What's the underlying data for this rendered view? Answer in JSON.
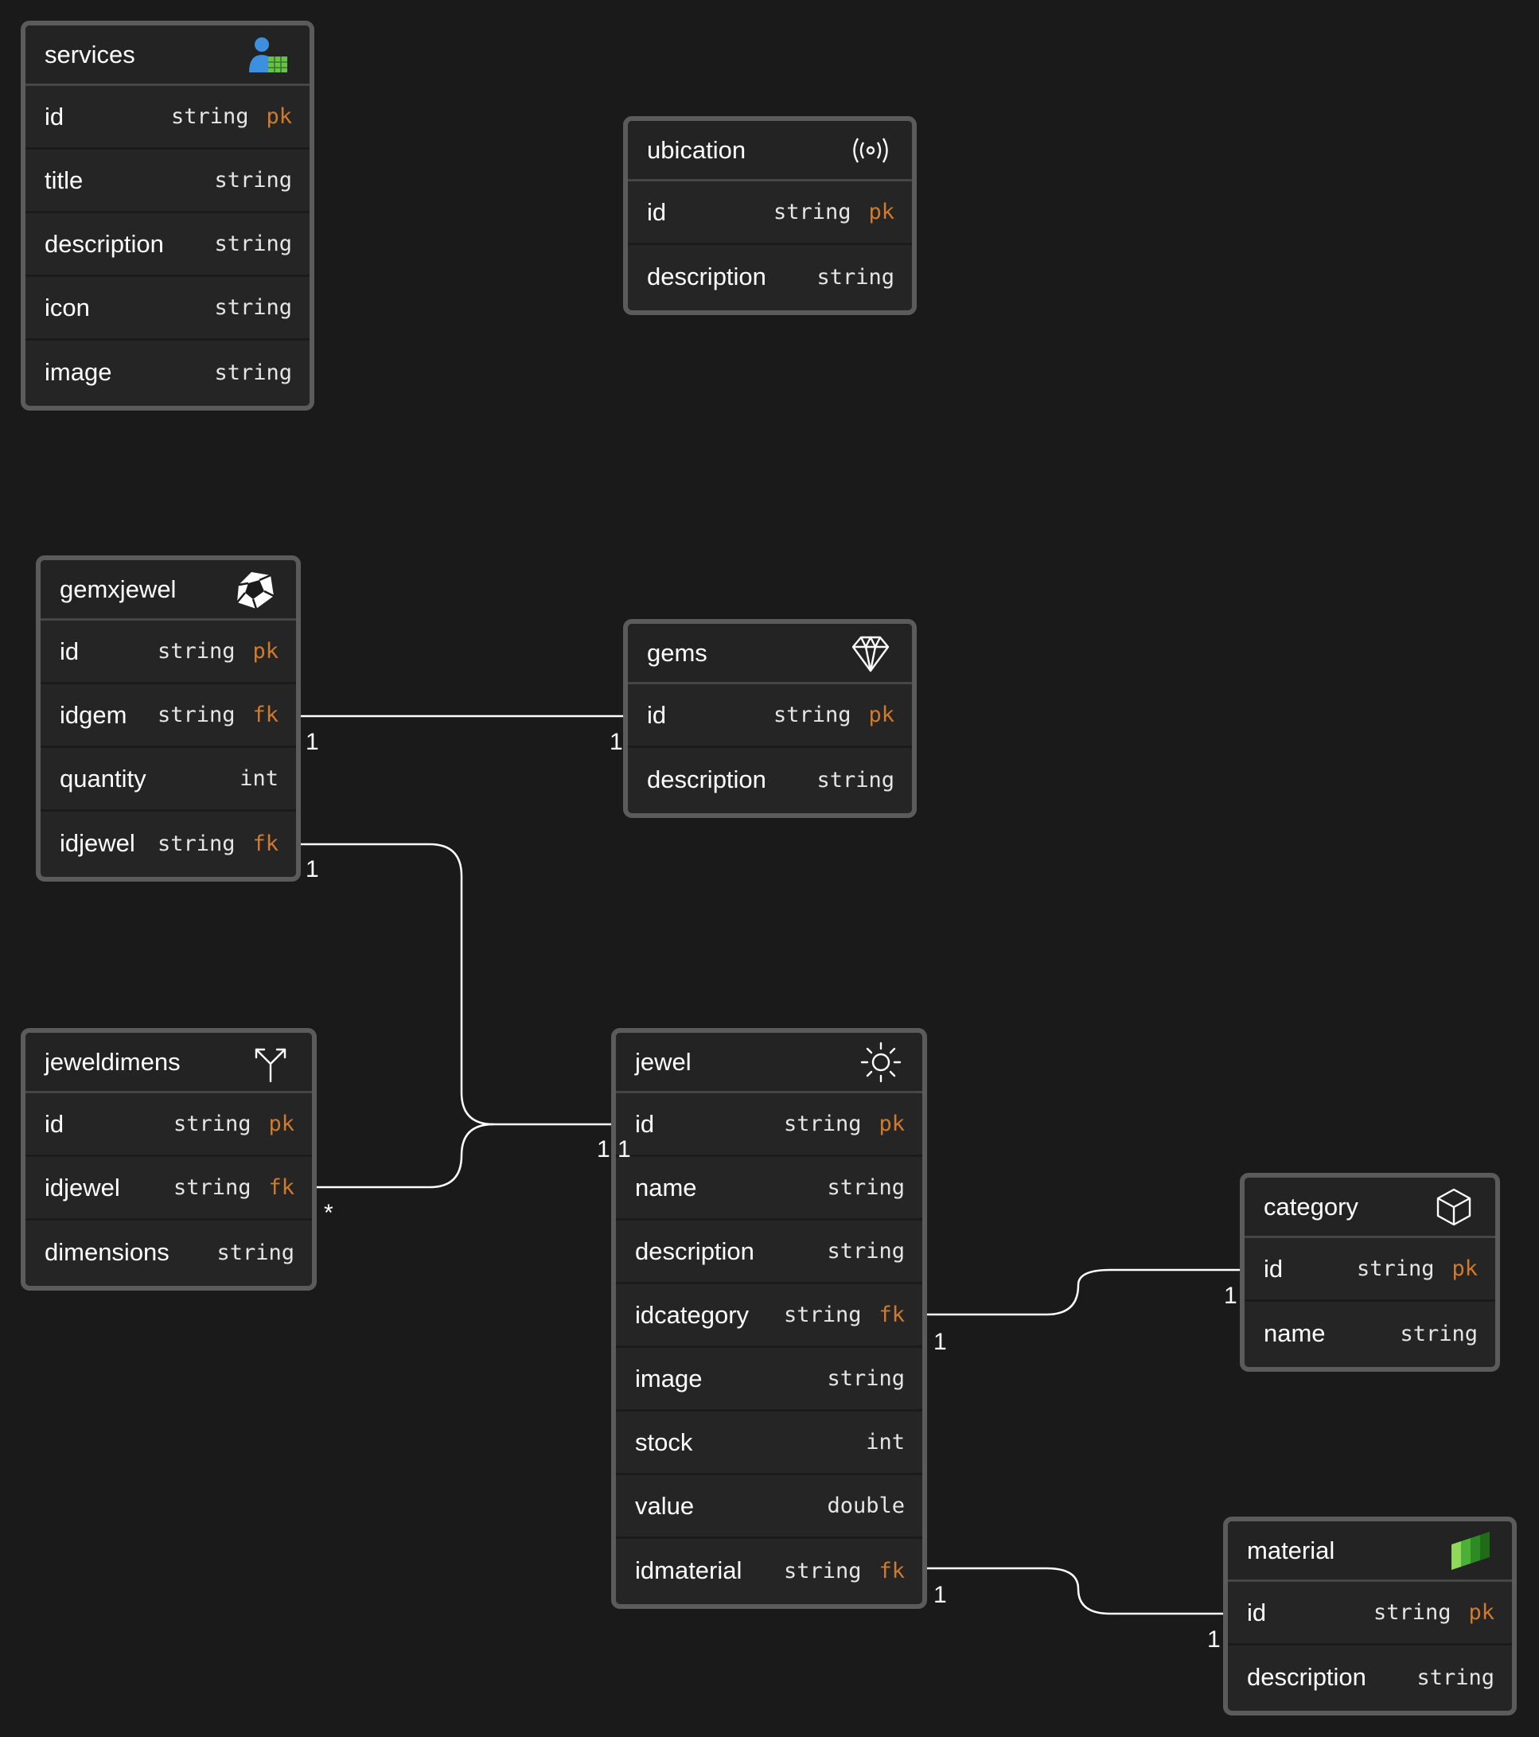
{
  "diagram": {
    "entities": [
      {
        "id": "services",
        "title": "services",
        "icon": "user-grid-icon",
        "fields": [
          {
            "name": "id",
            "type": "string",
            "key": "pk"
          },
          {
            "name": "title",
            "type": "string",
            "key": ""
          },
          {
            "name": "description",
            "type": "string",
            "key": ""
          },
          {
            "name": "icon",
            "type": "string",
            "key": ""
          },
          {
            "name": "image",
            "type": "string",
            "key": ""
          }
        ]
      },
      {
        "id": "ubication",
        "title": "ubication",
        "icon": "broadcast-icon",
        "fields": [
          {
            "name": "id",
            "type": "string",
            "key": "pk"
          },
          {
            "name": "description",
            "type": "string",
            "key": ""
          }
        ]
      },
      {
        "id": "gemxjewel",
        "title": "gemxjewel",
        "icon": "gem-badge-icon",
        "fields": [
          {
            "name": "id",
            "type": "string",
            "key": "pk"
          },
          {
            "name": "idgem",
            "type": "string",
            "key": "fk"
          },
          {
            "name": "quantity",
            "type": "int",
            "key": ""
          },
          {
            "name": "idjewel",
            "type": "string",
            "key": "fk"
          }
        ]
      },
      {
        "id": "gems",
        "title": "gems",
        "icon": "diamond-icon",
        "fields": [
          {
            "name": "id",
            "type": "string",
            "key": "pk"
          },
          {
            "name": "description",
            "type": "string",
            "key": ""
          }
        ]
      },
      {
        "id": "jeweldimens",
        "title": "jeweldimens",
        "icon": "split-arrows-icon",
        "fields": [
          {
            "name": "id",
            "type": "string",
            "key": "pk"
          },
          {
            "name": "idjewel",
            "type": "string",
            "key": "fk"
          },
          {
            "name": "dimensions",
            "type": "string",
            "key": ""
          }
        ]
      },
      {
        "id": "jewel",
        "title": "jewel",
        "icon": "sun-icon",
        "fields": [
          {
            "name": "id",
            "type": "string",
            "key": "pk"
          },
          {
            "name": "name",
            "type": "string",
            "key": ""
          },
          {
            "name": "description",
            "type": "string",
            "key": ""
          },
          {
            "name": "idcategory",
            "type": "string",
            "key": "fk"
          },
          {
            "name": "image",
            "type": "string",
            "key": ""
          },
          {
            "name": "stock",
            "type": "int",
            "key": ""
          },
          {
            "name": "value",
            "type": "double",
            "key": ""
          },
          {
            "name": "idmaterial",
            "type": "string",
            "key": "fk"
          }
        ]
      },
      {
        "id": "category",
        "title": "category",
        "icon": "cube-icon",
        "fields": [
          {
            "name": "id",
            "type": "string",
            "key": "pk"
          },
          {
            "name": "name",
            "type": "string",
            "key": ""
          }
        ]
      },
      {
        "id": "material",
        "title": "material",
        "icon": "green-blocks-icon",
        "fields": [
          {
            "name": "id",
            "type": "string",
            "key": "pk"
          },
          {
            "name": "description",
            "type": "string",
            "key": ""
          }
        ]
      }
    ],
    "relations": [
      {
        "from": "gemxjewel.idgem",
        "to": "gems.id",
        "from_card": "1",
        "to_card": "1"
      },
      {
        "from": "gemxjewel.idjewel",
        "to": "jewel.id",
        "from_card": "1",
        "to_card": "1"
      },
      {
        "from": "jeweldimens.idjewel",
        "to": "jewel.id",
        "from_card": "*",
        "to_card": "1"
      },
      {
        "from": "jewel.idcategory",
        "to": "category.id",
        "from_card": "1",
        "to_card": "1"
      },
      {
        "from": "jewel.idmaterial",
        "to": "material.id",
        "from_card": "1",
        "to_card": "1"
      }
    ],
    "colors": {
      "background": "#1a1a1a",
      "card": "#252525",
      "border": "#5b5b5b",
      "text": "#ffffff",
      "key": "#d27a2c",
      "line": "#ffffff"
    }
  }
}
